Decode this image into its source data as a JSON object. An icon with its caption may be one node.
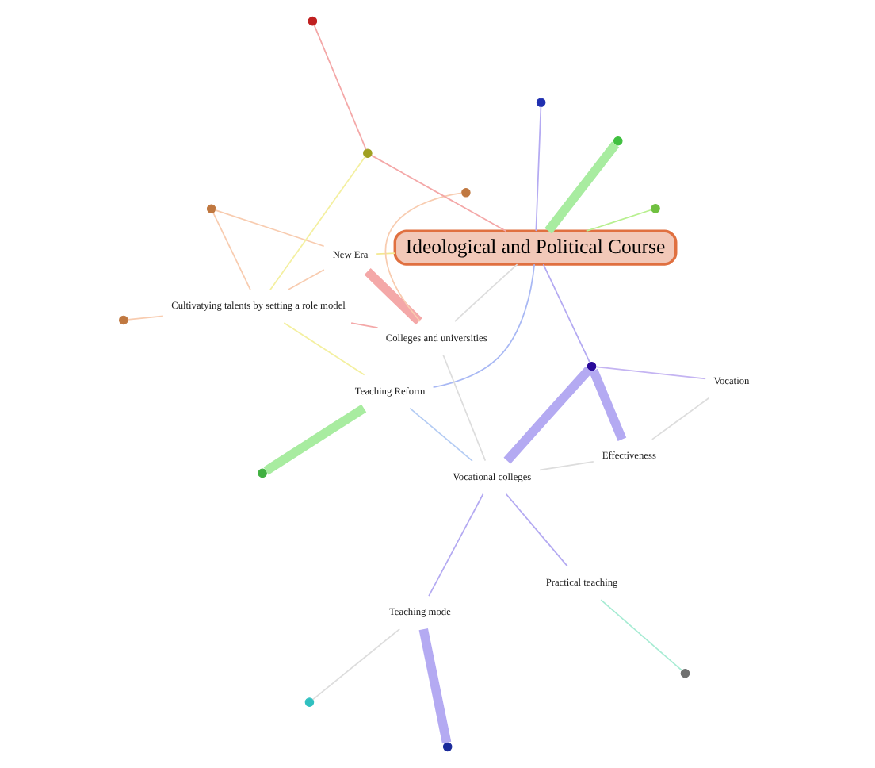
{
  "diagram": {
    "nodes": [
      {
        "text": [
          "Ideological and Political Course"
        ]
      },
      {
        "text": [
          "Vocation"
        ]
      },
      {
        "text": [
          "Effectiveness"
        ]
      },
      {
        "text": [
          "Teaching mode"
        ]
      },
      {
        "text": [
          "Practical teaching"
        ]
      },
      {
        "text": [
          "Colleges and universities"
        ]
      },
      {
        "text": [
          "New Era"
        ]
      },
      {
        "text": [
          "Vocational colleges"
        ]
      },
      {
        "text": [
          "Teaching Reform"
        ]
      },
      {
        "text": [
          "Cultivatying talents by setting a role model"
        ]
      },
      {
        "text": [],
        "shape": "circle"
      },
      {
        "text": [],
        "shape": "circle"
      },
      {
        "text": [],
        "shape": "circle"
      },
      {
        "text": [],
        "shape": "circle"
      },
      {
        "text": [],
        "shape": "circle"
      },
      {
        "text": [],
        "shape": "circle"
      },
      {
        "text": [],
        "shape": "circle"
      },
      {
        "text": [],
        "shape": "circle"
      },
      {
        "text": [],
        "shape": "circle"
      },
      {
        "text": [],
        "shape": "circle"
      },
      {
        "text": [],
        "shape": "circle"
      },
      {
        "text": [],
        "shape": "circle"
      },
      {
        "text": [],
        "shape": "circle"
      }
    ],
    "edges": [
      {
        "from": 2,
        "to": 12,
        "arrow": "none",
        "style": "thick",
        "color": "#b4aaf2"
      },
      {
        "from": 1,
        "to": 12,
        "arrow": "none",
        "color": "#c4b4f2"
      },
      {
        "from": 1,
        "to": 2,
        "arrow": "none",
        "color": "#dddddd"
      },
      {
        "from": 12,
        "to": 7,
        "arrow": "none",
        "style": "thick",
        "color": "#b4aaf2"
      },
      {
        "from": 2,
        "to": 7,
        "arrow": "none",
        "color": "#dddddd"
      },
      {
        "from": 3,
        "to": 10,
        "arrow": "none",
        "style": "thick",
        "color": "#b4aaf2"
      },
      {
        "from": 3,
        "to": 7,
        "arrow": "none",
        "color": "#b4aaf2"
      },
      {
        "from": 11,
        "to": 3,
        "arrow": "none",
        "color": "#dddddd"
      },
      {
        "from": 15,
        "to": 4,
        "arrow": "none",
        "color": "#a8ecd4"
      },
      {
        "from": 4,
        "to": 7,
        "arrow": "none",
        "color": "#b4aaf2"
      },
      {
        "from": 12,
        "to": 0,
        "arrow": "none",
        "color": "#b4aaf2"
      },
      {
        "from": 0,
        "to": 13,
        "arrow": "none",
        "style": "thick",
        "color": "#a8eca0"
      },
      {
        "from": 0,
        "to": 14,
        "arrow": "none",
        "color": "#b4aaf2"
      },
      {
        "from": 0,
        "to": 8,
        "arrow": "none",
        "color": "#a8b8f4"
      },
      {
        "from": 0,
        "to": 20,
        "arrow": "none",
        "color": "#b8f090"
      },
      {
        "from": 0,
        "to": 5,
        "arrow": "none",
        "color": "#dddddd"
      },
      {
        "from": 0,
        "to": 6,
        "arrow": "none",
        "color": "#f4e890"
      },
      {
        "from": 5,
        "to": 6,
        "arrow": "none",
        "style": "thick",
        "color": "#f4a8a8"
      },
      {
        "from": 5,
        "to": 9,
        "arrow": "none",
        "color": "#f4a8a8"
      },
      {
        "from": 7,
        "to": 5,
        "arrow": "none",
        "color": "#dddddd"
      },
      {
        "from": 7,
        "to": 8,
        "arrow": "none",
        "color": "#b4ccf4"
      },
      {
        "from": 8,
        "to": 16,
        "arrow": "none",
        "style": "thick",
        "color": "#a8eca0"
      },
      {
        "from": 8,
        "to": 9,
        "arrow": "none",
        "color": "#f4f0a0"
      },
      {
        "from": 17,
        "to": 5,
        "arrow": "none",
        "color": "#f8ccb0"
      },
      {
        "from": 6,
        "to": 19,
        "arrow": "none",
        "color": "#f8ccb0"
      },
      {
        "from": 18,
        "to": 9,
        "arrow": "none",
        "color": "#f8ccb0"
      },
      {
        "from": 19,
        "to": 9,
        "arrow": "none",
        "color": "#f8ccb0"
      },
      {
        "from": 22,
        "to": 9,
        "arrow": "none",
        "color": "#f4f0a0"
      },
      {
        "from": 21,
        "to": 22,
        "arrow": "none",
        "color": "#f4a8a8"
      },
      {
        "from": 22,
        "to": 0,
        "arrow": "none",
        "color": "#f4a8a8"
      },
      {
        "from": 6,
        "to": 9,
        "arrow": "none",
        "color": "#f8ccb0"
      }
    ]
  }
}
